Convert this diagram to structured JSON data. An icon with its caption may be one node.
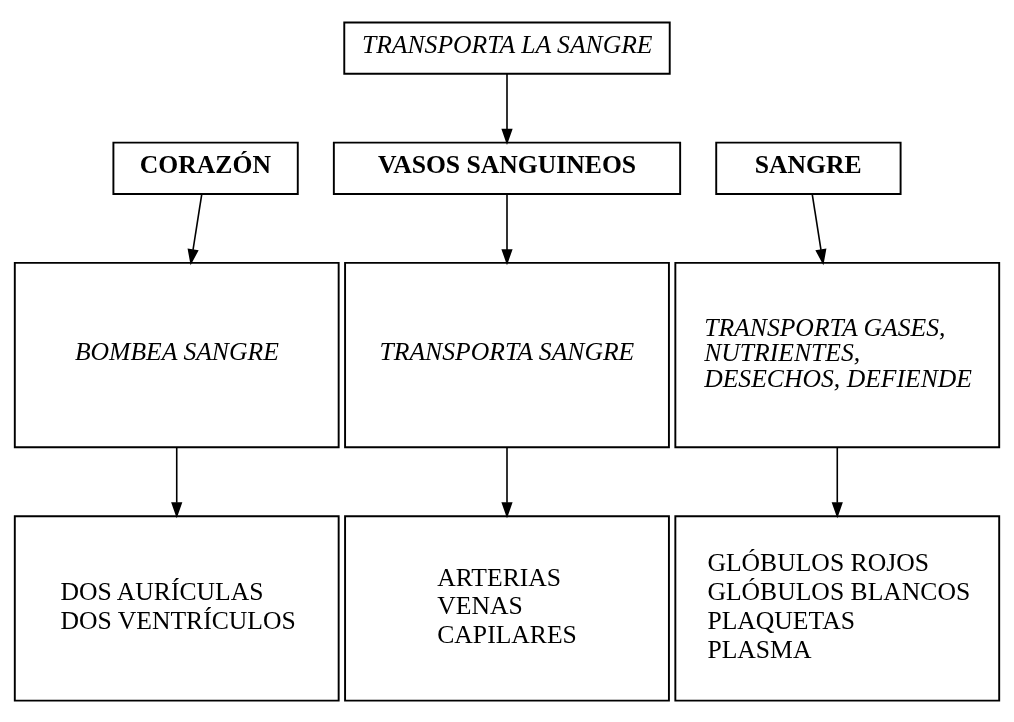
{
  "diagram": {
    "nodes": [
      {
        "text": [
          "TRANSPORTA LA SANGRE"
        ]
      },
      {
        "text": [
          "CORAZÓN"
        ]
      },
      {
        "text": [
          "VASOS SANGUINEOS"
        ]
      },
      {
        "text": [
          "SANGRE"
        ]
      },
      {
        "text": [
          "BOMBEA SANGRE"
        ]
      },
      {
        "text": [
          "TRANSPORTA SANGRE"
        ]
      },
      {
        "text": [
          "TRANSPORTA GASES, NUTRIENTES, DESECHOS, DEFIENDE"
        ]
      },
      {
        "text": [
          "DOS AURÍCULAS",
          "DOS VENTRÍCULOS"
        ]
      },
      {
        "text": [
          "ARTERIAS",
          "VENAS",
          "CAPILARES"
        ]
      },
      {
        "text": [
          "GLÓBULOS ROJOS",
          "GLÓBULOS BLANCOS",
          "PLAQUETAS",
          "PLASMA"
        ]
      }
    ],
    "edges": [
      {
        "from": 0,
        "to": 2,
        "arrow": "to"
      },
      {
        "from": 1,
        "to": 4,
        "arrow": "to"
      },
      {
        "from": 2,
        "to": 5,
        "arrow": "to"
      },
      {
        "from": 3,
        "to": 6,
        "arrow": "to"
      },
      {
        "from": 4,
        "to": 7,
        "arrow": "to"
      },
      {
        "from": 5,
        "to": 8,
        "arrow": "to"
      },
      {
        "from": 6,
        "to": 9,
        "arrow": "to"
      }
    ]
  }
}
